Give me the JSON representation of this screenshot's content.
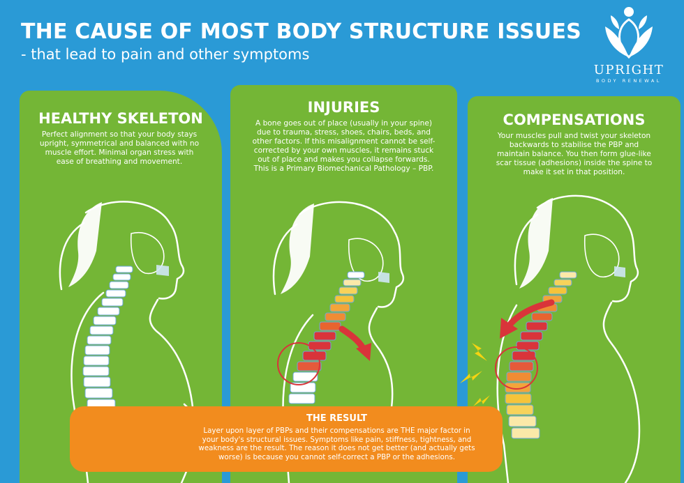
{
  "header": {
    "title": "THE CAUSE OF MOST BODY STRUCTURE ISSUES",
    "subtitle": "- that lead to pain and other symptoms"
  },
  "logo": {
    "name": "UPRIGHT",
    "tagline": "BODY RENEWAL"
  },
  "panels": [
    {
      "heading": "HEALTHY SKELETON",
      "text_lines": [
        "Perfect alignment so that your body stays",
        "upright, symmetrical and balanced with no",
        "muscle effort. Minimal organ stress with",
        "ease of breathing and movement."
      ]
    },
    {
      "heading": "INJURIES",
      "text_lines": [
        "A bone goes out of place (usually in your spine)",
        "due to trauma, stress, shoes, chairs, beds, and",
        "other factors. If this misalignment cannot be self-",
        "corrected by your own muscles, it remains stuck",
        "out of place and makes you collapse forwards.",
        "This is a Primary Biomechanical Pathology – PBP."
      ]
    },
    {
      "heading": "COMPENSATIONS",
      "text_lines": [
        "Your muscles pull and twist your skeleton",
        "backwards to stabilise the PBP and",
        "maintain balance. You then form glue-like",
        "scar tissue (adhesions) inside the spine to",
        "make it set in that position."
      ]
    }
  ],
  "result": {
    "heading": "THE RESULT",
    "text_lines": [
      "Layer upon layer of PBPs and their compensations are THE major factor in",
      "your body's structural issues. Symptoms like pain, stiffness, tightness, and",
      "weakness are the result. The reason it does not get better (and actually gets",
      "worse) is because you cannot self-correct a PBP or the adhesions."
    ]
  },
  "colors": {
    "background": "#2a9ad6",
    "panel_green": "#74b636",
    "result_orange": "#f28c1e",
    "pbp_red": "#d9343a",
    "bolt_yellow": "#f5d312"
  }
}
